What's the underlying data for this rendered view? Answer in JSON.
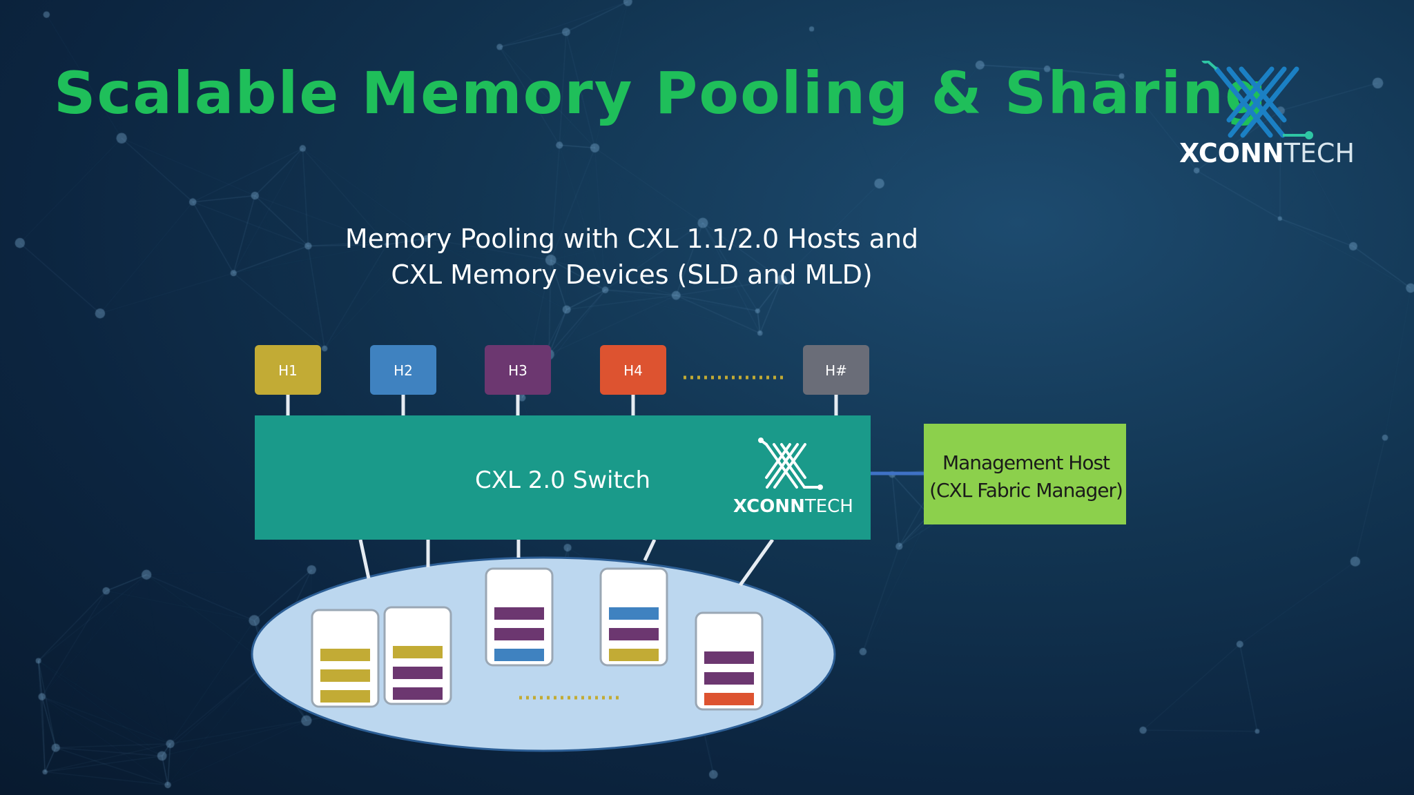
{
  "title": "Scalable Memory Pooling & Sharing",
  "logo": {
    "brand_bold": "XCONN",
    "brand_light": "TECH",
    "icon": "x-circuit-logo-icon"
  },
  "subtitle": {
    "line1": "Memory Pooling with CXL 1.1/2.0 Hosts and",
    "line2": "CXL Memory Devices (SLD and MLD)"
  },
  "hosts": [
    {
      "label": "H1",
      "color": "#c2ab35"
    },
    {
      "label": "H2",
      "color": "#3f82c0"
    },
    {
      "label": "H3",
      "color": "#6c3770"
    },
    {
      "label": "H4",
      "color": "#dd5330"
    },
    {
      "label": "H#",
      "color": "#6a6d78"
    }
  ],
  "switch": {
    "label": "CXL 2.0 Switch",
    "color": "#1a9a8a",
    "logo_bold": "XCONN",
    "logo_light": "TECH"
  },
  "management": {
    "line1": "Management Host",
    "line2": "(CXL Fabric Manager)",
    "color": "#8cd04c"
  },
  "pool": {
    "color": "#bcd7ef",
    "devices": [
      {
        "stripes": [
          "#c2ab35",
          "#c2ab35",
          "#c2ab35"
        ]
      },
      {
        "stripes": [
          "#c2ab35",
          "#6c3770",
          "#6c3770"
        ]
      },
      {
        "stripes": [
          "#6c3770",
          "#6c3770",
          "#3f82c0"
        ]
      },
      {
        "stripes": [
          "#3f82c0",
          "#6c3770",
          "#c2ab35"
        ]
      },
      {
        "stripes": [
          "#6c3770",
          "#6c3770",
          "#dd5330"
        ]
      }
    ]
  },
  "colors": {
    "title": "#1fbf5a",
    "ellipsis_dots": "#c2ab35",
    "connector": "#e6ecf2",
    "mgmt_link": "#3f72c6"
  }
}
